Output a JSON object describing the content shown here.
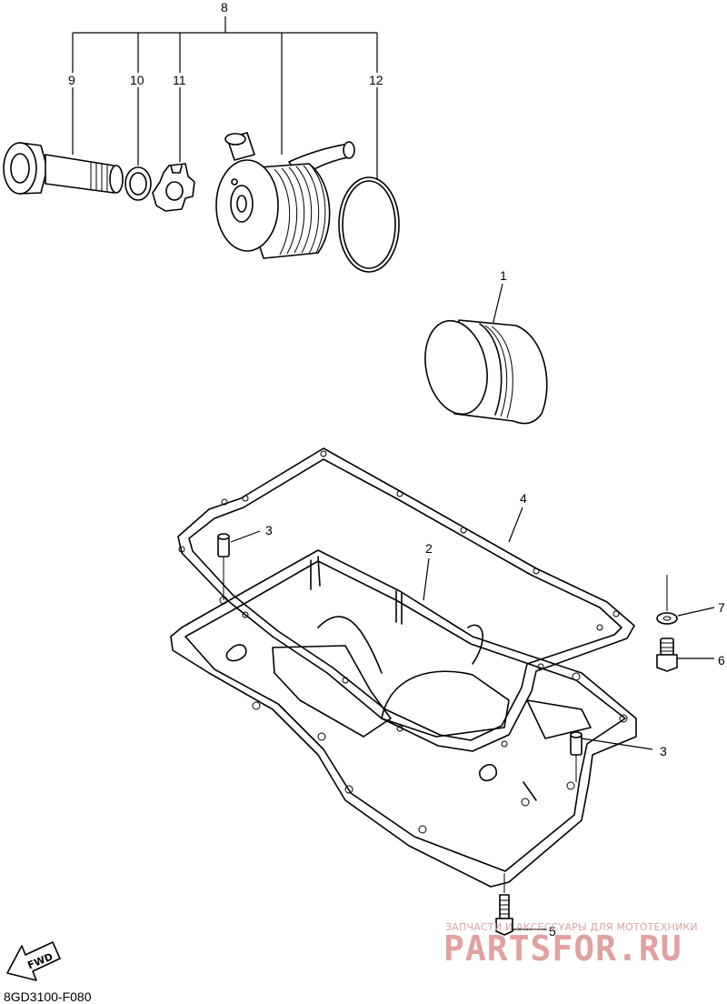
{
  "callouts": {
    "c1": "1",
    "c2": "2",
    "c3a": "3",
    "c3b": "3",
    "c4": "4",
    "c5": "5",
    "c6": "6",
    "c7": "7",
    "c8": "8",
    "c9": "9",
    "c10": "10",
    "c11": "11",
    "c12": "12"
  },
  "fwd_label": "FWD",
  "diagram_code": "8GD3100-F080",
  "watermark": {
    "tagline": "ЗАПЧАСТИ И АКСЕССУАРЫ ДЛЯ МОТОТЕХНИКИ",
    "brand": "PARTSFOR.RU"
  },
  "colors": {
    "line": "#000000",
    "background": "#ffffff",
    "watermark": "#e2a1a1"
  }
}
